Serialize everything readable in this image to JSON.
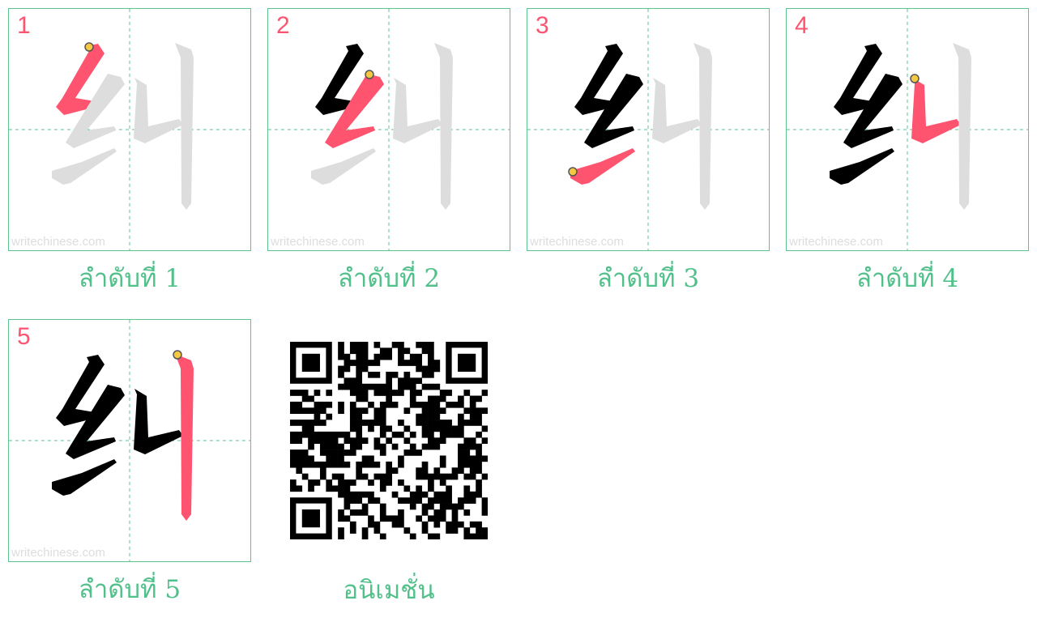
{
  "character": "纠",
  "watermark": "writechinese.com",
  "colors": {
    "active": "#ff5470",
    "done": "#000000",
    "pending": "#dddddd",
    "grid": "#5cc58e",
    "caption": "#52c08a"
  },
  "steps": [
    {
      "number": "1",
      "label": "ลำดับที่ 1"
    },
    {
      "number": "2",
      "label": "ลำดับที่ 2"
    },
    {
      "number": "3",
      "label": "ลำดับที่ 3"
    },
    {
      "number": "4",
      "label": "ลำดับที่ 4"
    },
    {
      "number": "5",
      "label": "ลำดับที่ 5"
    }
  ],
  "animation_label": "อนิเมชั่น"
}
